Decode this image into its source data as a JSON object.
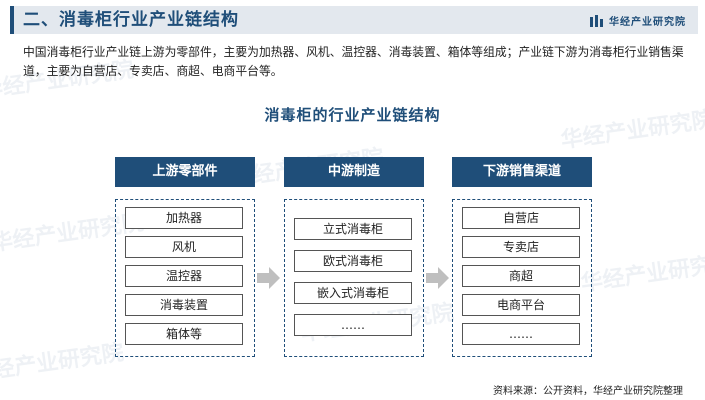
{
  "header": {
    "title": "二、消毒柜行业产业链结构",
    "brand": "华经产业研究院"
  },
  "intro": "中国消毒柜行业产业链上游为零部件，主要为加热器、风机、温控器、消毒装置、箱体等组成；产业链下游为消毒柜行业销售渠道，主要为自营店、专卖店、商超、电商平台等。",
  "diagram": {
    "title": "消毒柜的行业产业链结构",
    "columns": [
      {
        "header": "上游零部件",
        "items": [
          "加热器",
          "风机",
          "温控器",
          "消毒装置",
          "箱体等"
        ]
      },
      {
        "header": "中游制造",
        "items": [
          "立式消毒柜",
          "欧式消毒柜",
          "嵌入式消毒柜",
          "……"
        ]
      },
      {
        "header": "下游销售渠道",
        "items": [
          "自营店",
          "专卖店",
          "商超",
          "电商平台",
          "……"
        ]
      }
    ]
  },
  "watermark": "华经产业研究院",
  "source": "资料来源：公开资料，华经产业研究院整理",
  "colors": {
    "primary": "#1f4e79",
    "header_bg": "#e3e8ee",
    "arrow": "#bfbfbf"
  }
}
